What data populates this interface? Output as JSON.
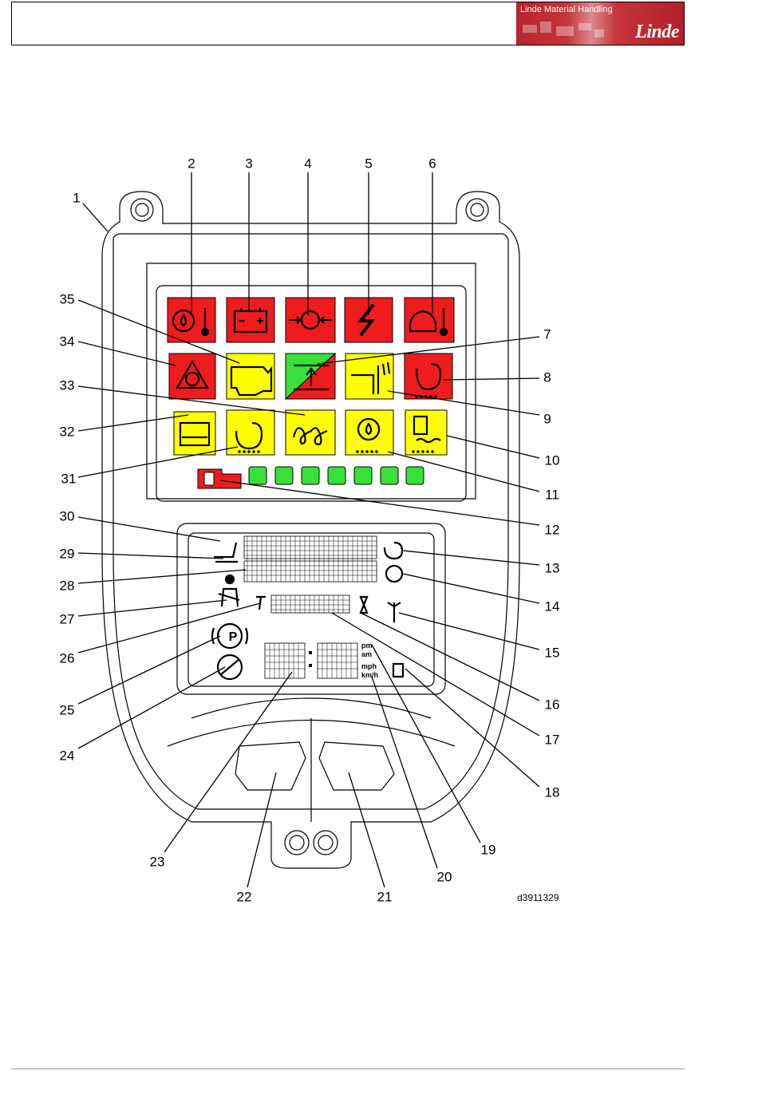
{
  "header": {
    "division": "Linde Material Handling",
    "brand": "Linde"
  },
  "figure": {
    "id": "d3911329",
    "callouts": [
      "1",
      "2",
      "3",
      "4",
      "5",
      "6",
      "7",
      "8",
      "9",
      "10",
      "11",
      "12",
      "13",
      "14",
      "15",
      "16",
      "17",
      "18",
      "19",
      "20",
      "21",
      "22",
      "23",
      "24",
      "25",
      "26",
      "27",
      "28",
      "29",
      "30",
      "31",
      "32",
      "33",
      "34",
      "35"
    ],
    "display": {
      "speed_units": [
        "pm",
        "am",
        "mph",
        "km/h"
      ]
    }
  },
  "colors": {
    "warning_red": "#ee1c1c",
    "caution_yellow": "#ffff00",
    "indicator_green": "#39e039",
    "brand_red": "#b8242d"
  }
}
